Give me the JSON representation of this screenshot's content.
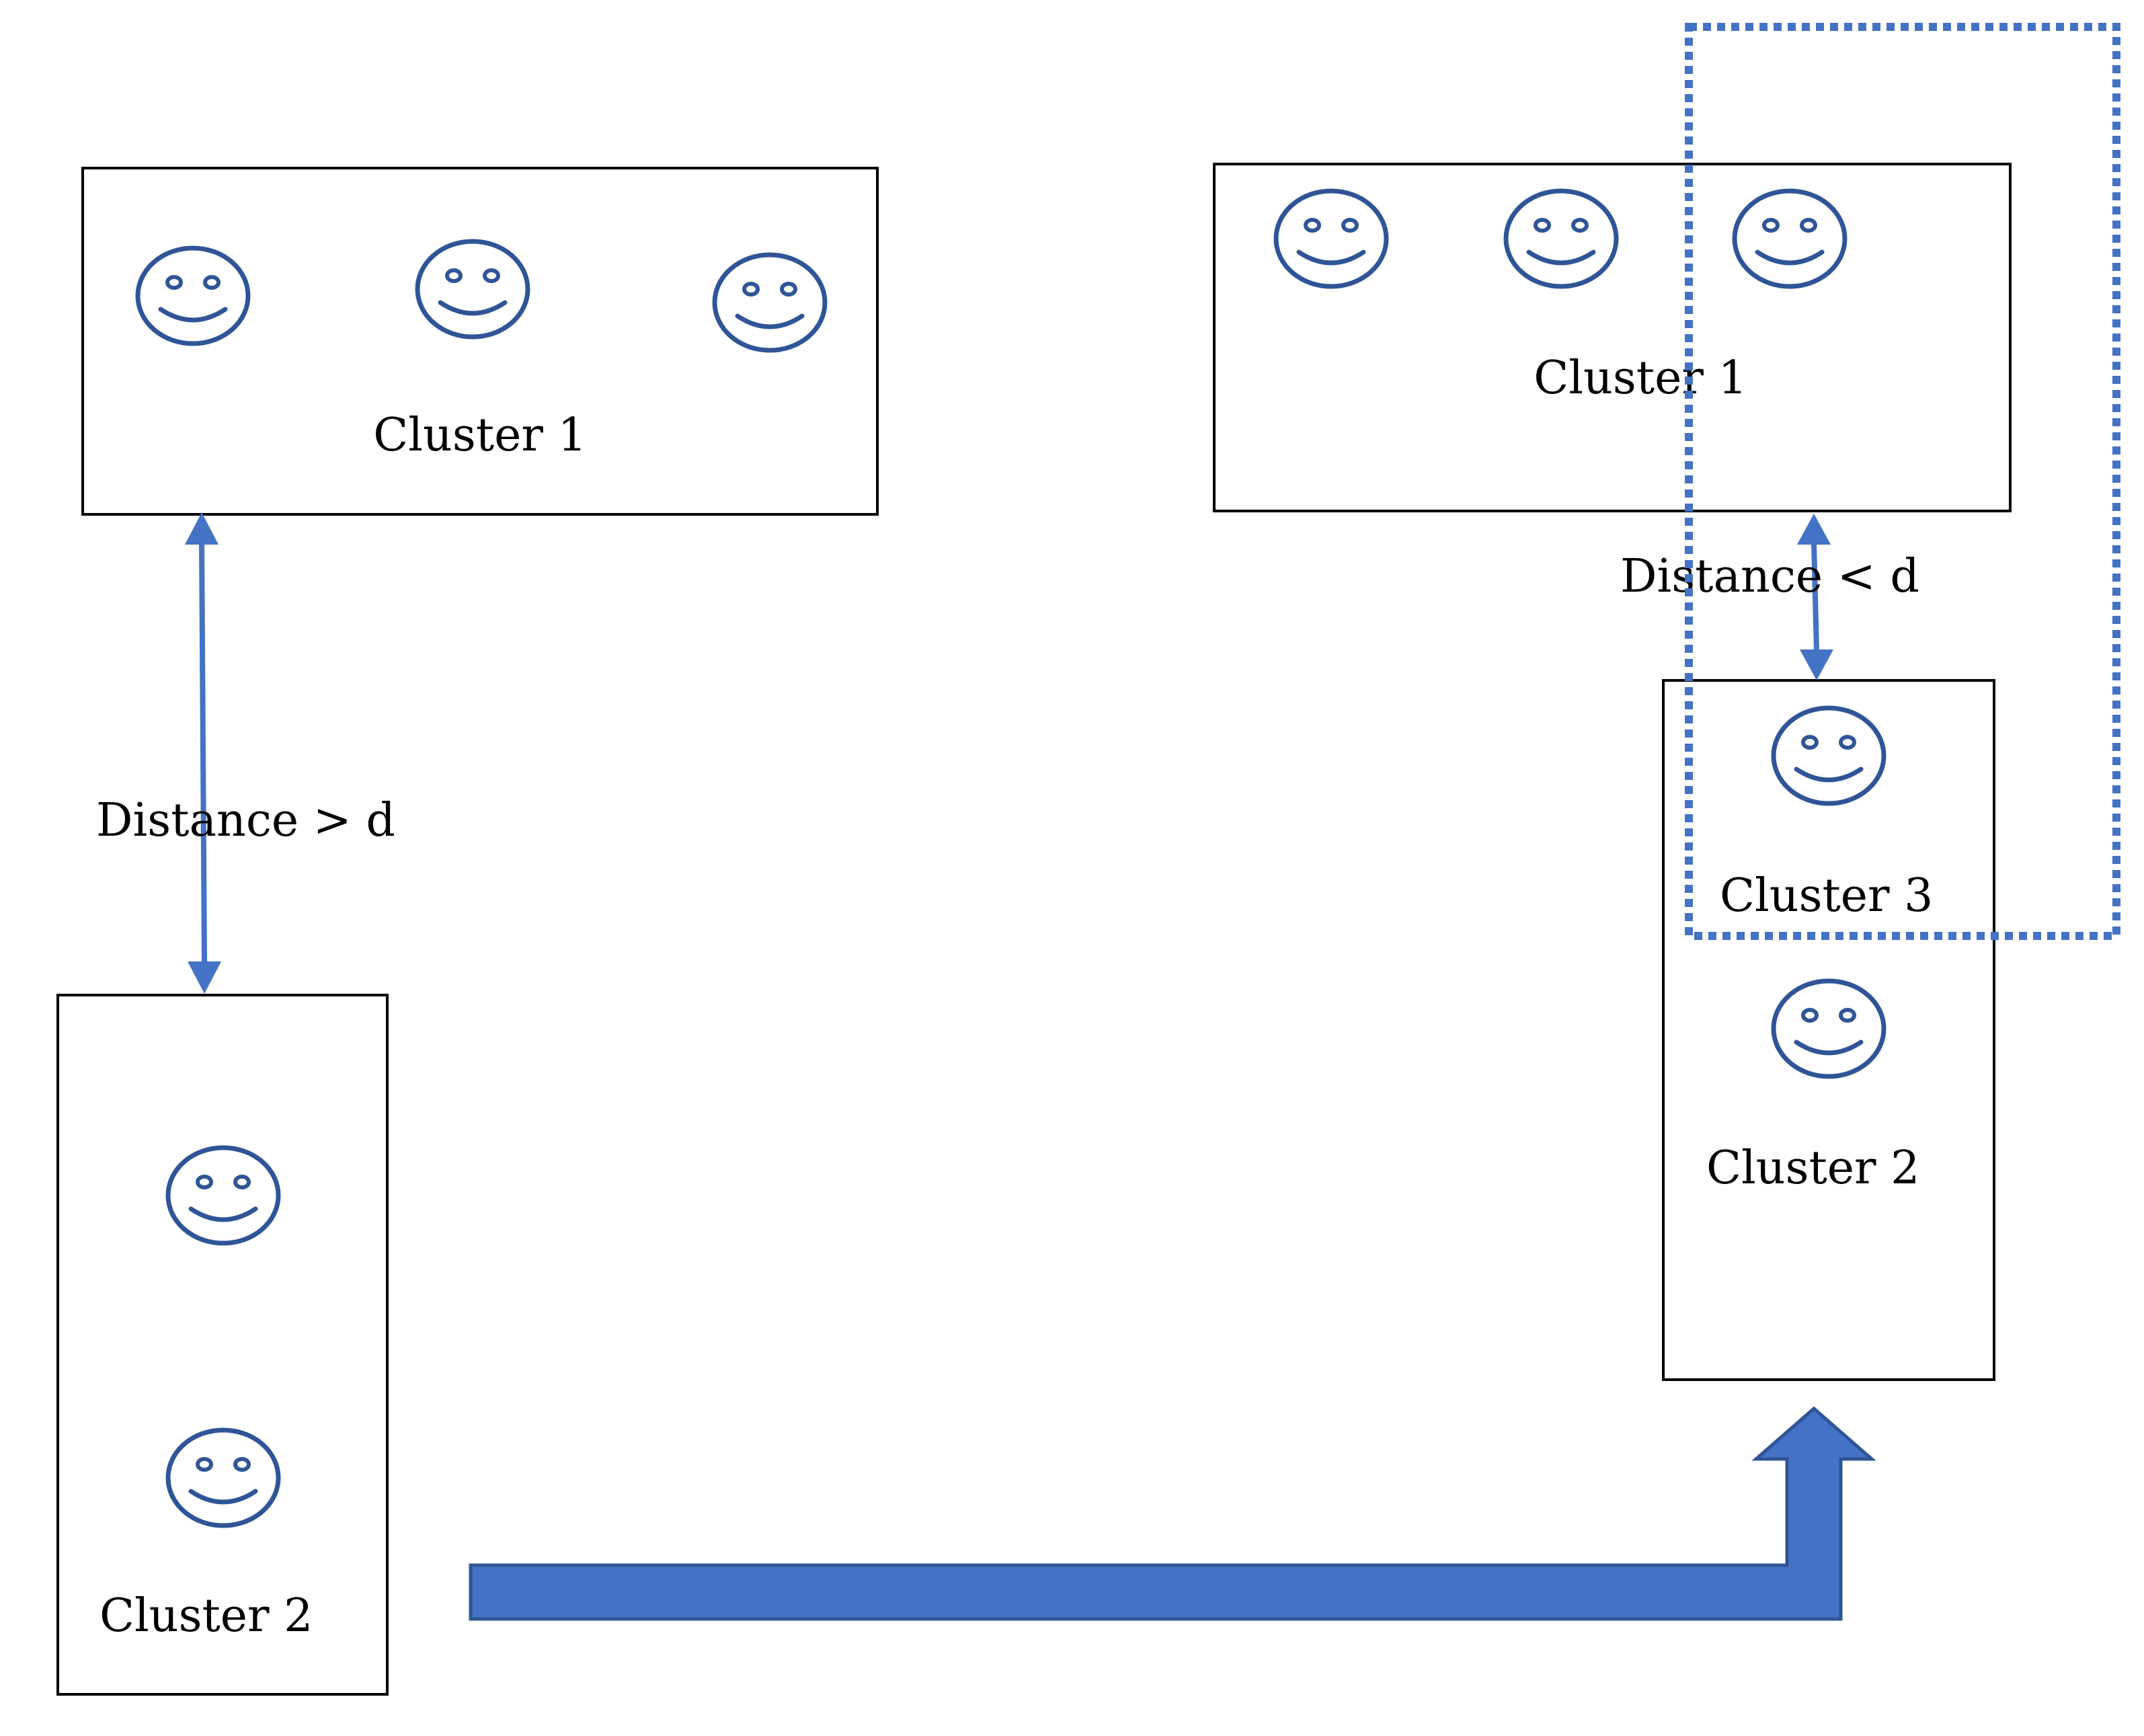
{
  "colors": {
    "accent": "#4472c4",
    "face_stroke": "#2f5597",
    "box_stroke": "#000000",
    "text": "#000000"
  },
  "before": {
    "cluster1": {
      "label": "Cluster 1",
      "members": 3
    },
    "cluster2": {
      "label": "Cluster 2",
      "members": 2
    },
    "distance_label": "Distance > d"
  },
  "after": {
    "cluster1": {
      "label": "Cluster 1",
      "members": 3
    },
    "cluster3": {
      "label": "Cluster 3",
      "members": 1
    },
    "cluster2": {
      "label": "Cluster 2",
      "members": 1
    },
    "distance_label": "Distance < d"
  },
  "icons": {
    "member": "smiley-face-icon",
    "distance_arrow": "double-arrow-icon",
    "transition_arrow": "bent-arrow-icon",
    "selection": "dotted-selection-outline"
  }
}
